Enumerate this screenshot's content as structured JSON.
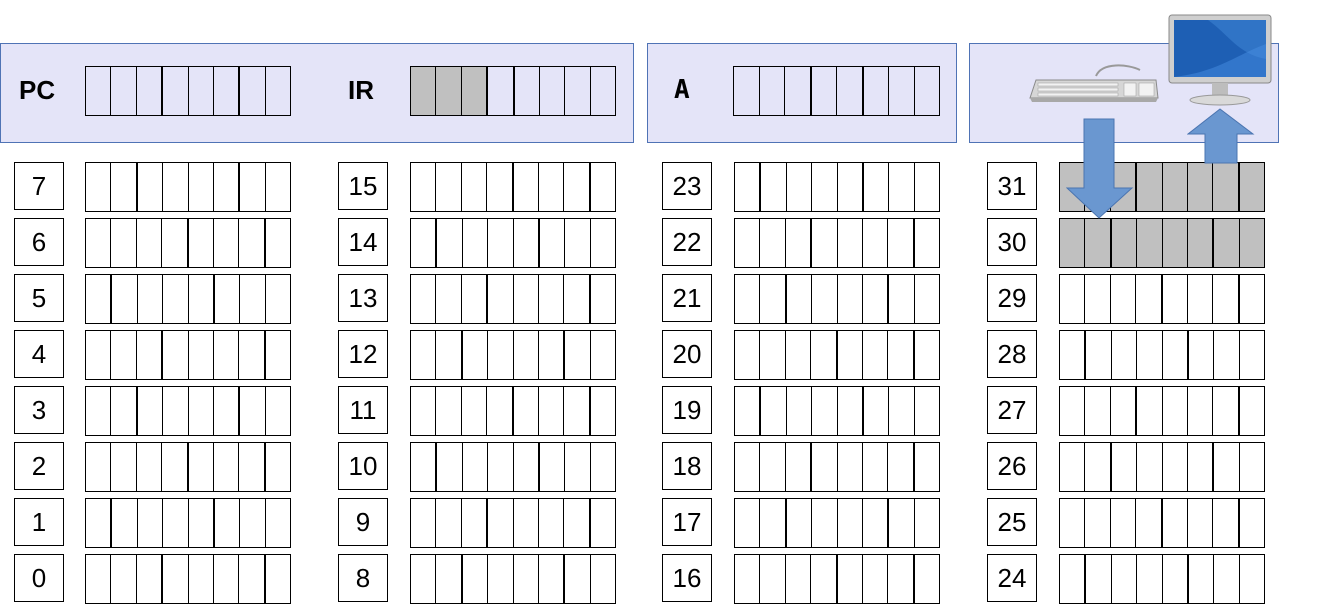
{
  "registers": {
    "pc": {
      "label": "PC"
    },
    "ir": {
      "label": "IR",
      "gray_bits": [
        0,
        1,
        2
      ]
    },
    "a": {
      "label": "A"
    }
  },
  "memory": {
    "columns": [
      {
        "addresses": [
          "7",
          "6",
          "5",
          "4",
          "3",
          "2",
          "1",
          "0"
        ]
      },
      {
        "addresses": [
          "15",
          "14",
          "13",
          "12",
          "11",
          "10",
          "9",
          "8"
        ]
      },
      {
        "addresses": [
          "23",
          "22",
          "21",
          "20",
          "19",
          "18",
          "17",
          "16"
        ]
      },
      {
        "addresses": [
          "31",
          "30",
          "29",
          "28",
          "27",
          "26",
          "25",
          "24"
        ]
      }
    ],
    "io_mapped_cells": [
      "31",
      "30"
    ]
  },
  "icons": {
    "keyboard": "keyboard-icon",
    "monitor": "monitor-icon",
    "arrow_down": "arrow-down-icon",
    "arrow_up": "arrow-up-icon"
  },
  "colors": {
    "panel_fill": "#e4e4f8",
    "panel_border": "#4f73b5",
    "shaded_bit": "#c0c0c0",
    "arrow": "#6a97d0",
    "screen": "#1e5fb4"
  }
}
